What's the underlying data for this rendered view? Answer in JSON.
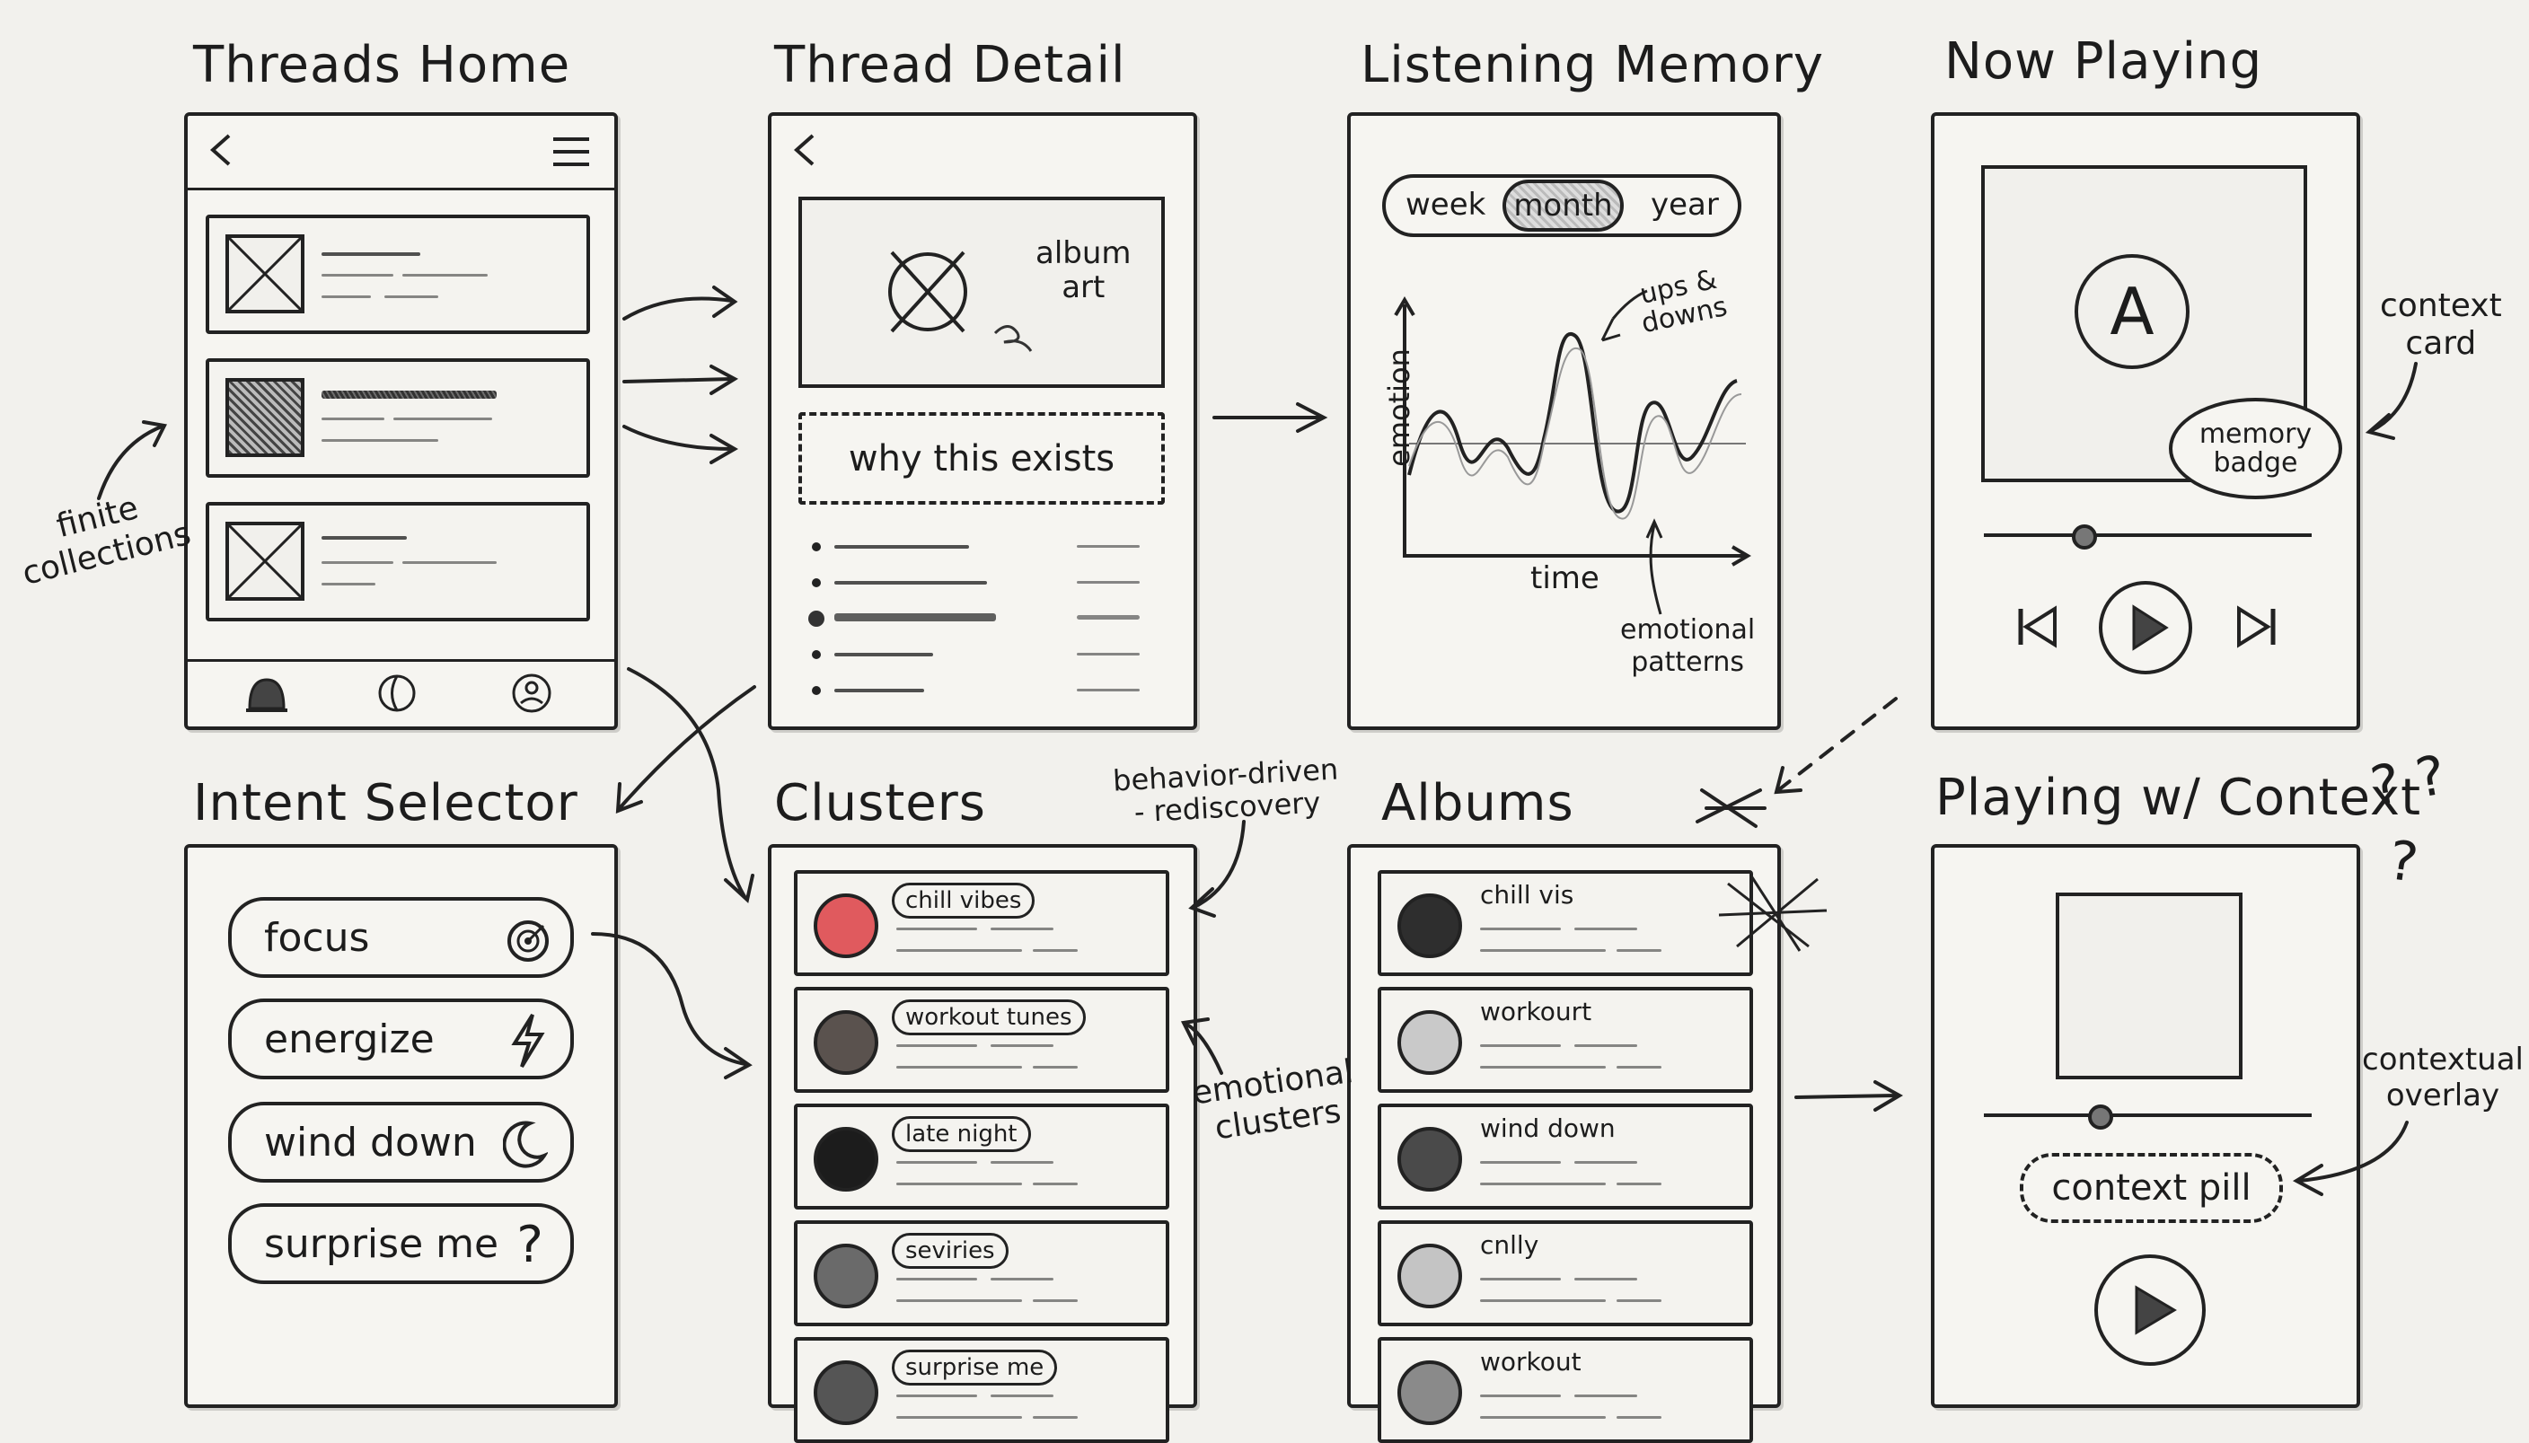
{
  "titles": {
    "threads_home": "Threads Home",
    "thread_detail": "Thread Detail",
    "listening_memory": "Listening Memory",
    "now_playing": "Now Playing",
    "intent_selector": "Intent Selector",
    "clusters": "Clusters",
    "albums": "Albums",
    "playing_context": "Playing w/ Context"
  },
  "annotations": {
    "finite_collections_1": "finite",
    "finite_collections_2": "collections",
    "behavior_1": "behavior-driven",
    "behavior_2": "- rediscovery",
    "emotional_clusters_1": "emotional",
    "emotional_clusters_2": "clusters",
    "context_card_1": "context",
    "context_card_2": "card",
    "contextual_overlay_1": "contextual",
    "contextual_overlay_2": "overlay",
    "question_marks": "? ?"
  },
  "thread_detail": {
    "album_art_1": "album",
    "album_art_2": "art",
    "why_this_exists": "why this exists"
  },
  "listening_memory": {
    "ranges": [
      "week",
      "month",
      "year"
    ],
    "selected_range": "month",
    "y_axis": "emotion",
    "x_axis": "time",
    "ups_downs_1": "ups &",
    "ups_downs_2": "downs",
    "emotional_patterns_1": "emotional",
    "emotional_patterns_2": "patterns"
  },
  "now_playing": {
    "album_letter": "A",
    "memory_badge_1": "memory",
    "memory_badge_2": "badge",
    "progress": 0.3
  },
  "intent_selector": {
    "items": [
      {
        "label": "focus",
        "icon": "target-icon"
      },
      {
        "label": "energize",
        "icon": "lightning-icon"
      },
      {
        "label": "wind down",
        "icon": "moon-icon"
      },
      {
        "label": "surprise me",
        "icon": "question-icon"
      }
    ]
  },
  "clusters": {
    "items": [
      {
        "label": "chill vibes",
        "color": "#e05a5e"
      },
      {
        "label": "workout tunes",
        "color": "#5a524e"
      },
      {
        "label": "late night",
        "color": "#1c1c1c"
      },
      {
        "label": "seviries",
        "color": "#6a6a6a"
      },
      {
        "label": "surprise me",
        "color": "#555555"
      }
    ]
  },
  "albums": {
    "items": [
      {
        "label": "chill vis",
        "color": "#2e2e2e"
      },
      {
        "label": "workourt",
        "color": "#c9c9c9"
      },
      {
        "label": "wind down",
        "color": "#4a4a4a"
      },
      {
        "label": "cnlly",
        "color": "#c4c4c4"
      },
      {
        "label": "workout",
        "color": "#8a8a8a"
      }
    ]
  },
  "playing_context": {
    "context_pill": "context pill",
    "progress": 0.35
  },
  "colors": {
    "ink": "#1c1c1c",
    "paper": "#f2f1ed",
    "accent_red": "#e05a5e"
  }
}
